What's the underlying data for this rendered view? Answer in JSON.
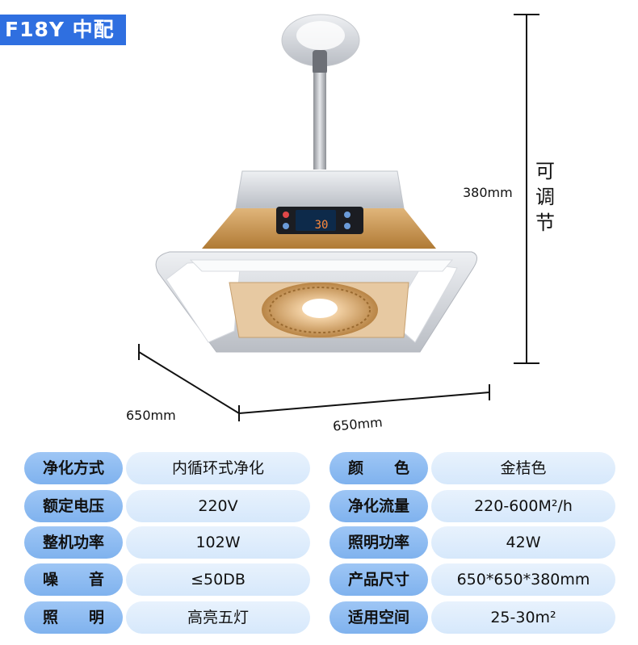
{
  "badge": {
    "text": "F18Y  中配"
  },
  "dimensions": {
    "height": "380mm",
    "height_note_chars": [
      "可",
      "调",
      "节"
    ],
    "depth": "650mm",
    "width": "650mm"
  },
  "display": {
    "reading": "30"
  },
  "colors": {
    "badge_blue": "#2f6fe0",
    "key_pill": "#8dbbf1",
    "value_pill": "#deedfc",
    "gold": "#c9924a",
    "silver": "#c9ccd2"
  },
  "specs": {
    "left": [
      {
        "key": "净化方式",
        "value": "内循环式净化"
      },
      {
        "key": "额定电压",
        "value": "220V"
      },
      {
        "key": "整机功率",
        "value": "102W"
      },
      {
        "key": "噪　　音",
        "value": "≤50DB"
      },
      {
        "key": "照　　明",
        "value": "高亮五灯"
      }
    ],
    "right": [
      {
        "key": "颜　　色",
        "value": "金桔色"
      },
      {
        "key": "净化流量",
        "value": "220-600M²/h"
      },
      {
        "key": "照明功率",
        "value": "42W"
      },
      {
        "key": "产品尺寸",
        "value": "650*650*380mm"
      },
      {
        "key": "适用空间",
        "value": "25-30m²"
      }
    ]
  }
}
